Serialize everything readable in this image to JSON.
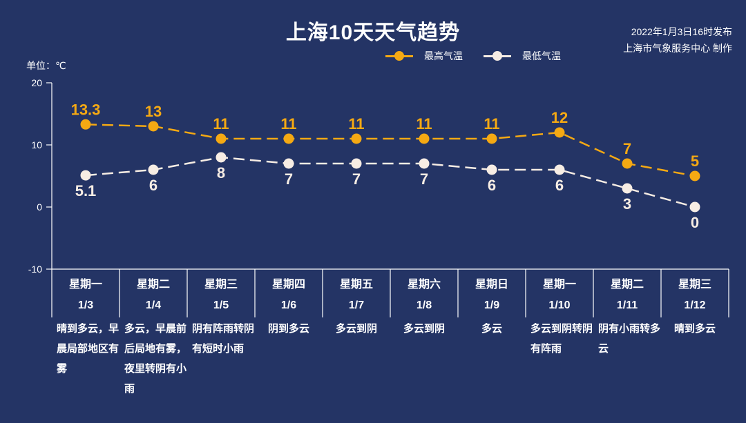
{
  "header": {
    "title": "上海10天天气趋势",
    "issued": "2022年1月3日16时发布",
    "producer": "上海市气象服务中心 制作",
    "unit": "单位：℃"
  },
  "legend": [
    {
      "label": "最高气温",
      "color": "#F5A913"
    },
    {
      "label": "最低气温",
      "color": "#F7EDE4"
    }
  ],
  "colors": {
    "background": "#243465",
    "high": "#F5A913",
    "low": "#F7EDE4",
    "axis": "#FFFFFF"
  },
  "days": [
    {
      "weekday": "星期一",
      "date": "1/3",
      "high": "13.3",
      "low": "5.1",
      "desc": "晴到多云，早晨局部地区有雾"
    },
    {
      "weekday": "星期二",
      "date": "1/4",
      "high": "13",
      "low": "6",
      "desc": "多云，早晨前后局地有雾，夜里转阴有小雨"
    },
    {
      "weekday": "星期三",
      "date": "1/5",
      "high": "11",
      "low": "8",
      "desc": "阴有阵雨转阴有短时小雨"
    },
    {
      "weekday": "星期四",
      "date": "1/6",
      "high": "11",
      "low": "7",
      "desc": "阴到多云"
    },
    {
      "weekday": "星期五",
      "date": "1/7",
      "high": "11",
      "low": "7",
      "desc": "多云到阴"
    },
    {
      "weekday": "星期六",
      "date": "1/8",
      "high": "11",
      "low": "7",
      "desc": "多云到阴"
    },
    {
      "weekday": "星期日",
      "date": "1/9",
      "high": "11",
      "low": "6",
      "desc": "多云"
    },
    {
      "weekday": "星期一",
      "date": "1/10",
      "high": "12",
      "low": "6",
      "desc": "多云到阴转阴有阵雨"
    },
    {
      "weekday": "星期二",
      "date": "1/11",
      "high": "7",
      "low": "3",
      "desc": "阴有小雨转多云"
    },
    {
      "weekday": "星期三",
      "date": "1/12",
      "high": "5",
      "low": "0",
      "desc": "晴到多云"
    }
  ],
  "chart_data": {
    "type": "line",
    "title": "上海10天天气趋势",
    "xlabel": "",
    "ylabel": "单位：℃",
    "ylim": [
      -10,
      20
    ],
    "yticks": [
      -10,
      0,
      10,
      20
    ],
    "grid": false,
    "legend_position": "top-right",
    "categories": [
      "1/3",
      "1/4",
      "1/5",
      "1/6",
      "1/7",
      "1/8",
      "1/9",
      "1/10",
      "1/11",
      "1/12"
    ],
    "series": [
      {
        "name": "最高气温",
        "values": [
          13.3,
          13,
          11,
          11,
          11,
          11,
          11,
          12,
          7,
          5
        ],
        "color": "#F5A913",
        "style": "dashed",
        "markers": true
      },
      {
        "name": "最低气温",
        "values": [
          5.1,
          6,
          8,
          7,
          7,
          7,
          6,
          6,
          3,
          0
        ],
        "color": "#F7EDE4",
        "style": "dashed",
        "markers": true
      }
    ]
  }
}
